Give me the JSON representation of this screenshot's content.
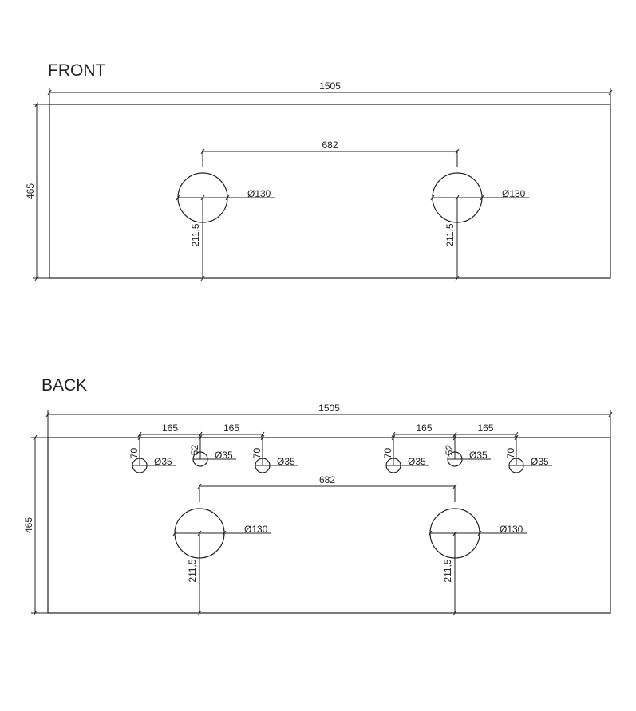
{
  "front": {
    "title": "FRONT",
    "width": "1505",
    "height": "465",
    "spacing": "682",
    "basins": [
      {
        "diameter": "Ø130",
        "offset": "211,5"
      },
      {
        "diameter": "Ø130",
        "offset": "211,5"
      }
    ]
  },
  "back": {
    "title": "BACK",
    "width": "1505",
    "height": "465",
    "spacing": "682",
    "basins": [
      {
        "diameter": "Ø130",
        "offset": "211,5"
      },
      {
        "diameter": "Ø130",
        "offset": "211,5"
      }
    ],
    "tap_spacings": [
      "165",
      "165",
      "165",
      "165"
    ],
    "tap_holes": [
      {
        "diameter": "Ø35",
        "offset": "70"
      },
      {
        "diameter": "Ø35",
        "offset": "52"
      },
      {
        "diameter": "Ø35",
        "offset": "70"
      },
      {
        "diameter": "Ø35",
        "offset": "70"
      },
      {
        "diameter": "Ø35",
        "offset": "52"
      },
      {
        "diameter": "Ø35",
        "offset": "70"
      }
    ]
  }
}
